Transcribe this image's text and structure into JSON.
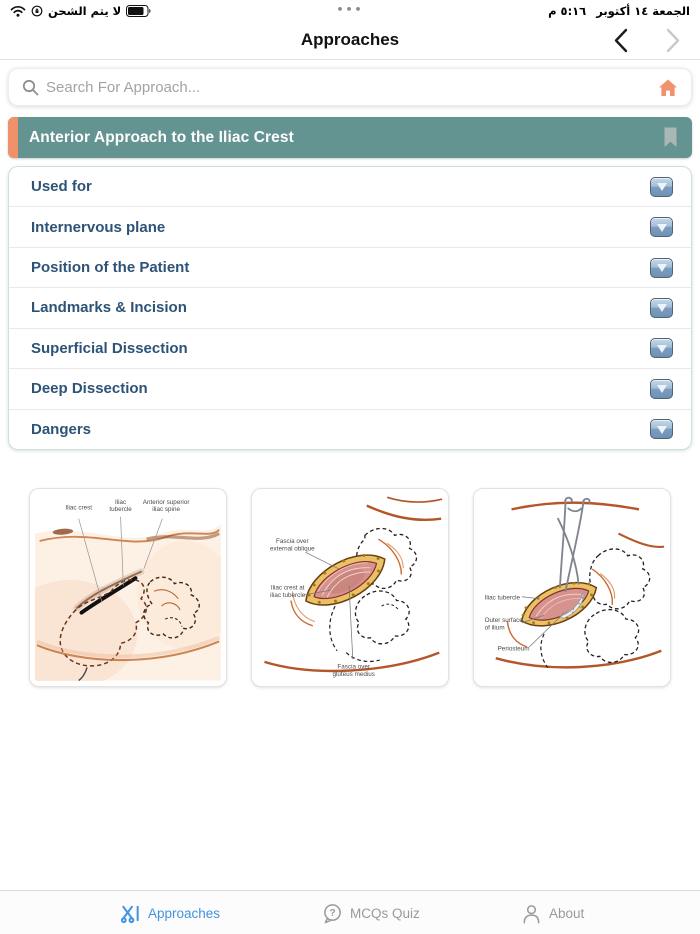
{
  "status_bar": {
    "battery_text": "لا يتم الشحن",
    "center_dots": "•••",
    "time": "٥:١٦ م",
    "date": "الجمعة ١٤ أكتوبر"
  },
  "nav": {
    "title": "Approaches"
  },
  "search": {
    "placeholder": "Search For Approach..."
  },
  "approach": {
    "title": "Anterior Approach to the Iliac Crest"
  },
  "sections": [
    {
      "label": "Used for"
    },
    {
      "label": "Internervous plane"
    },
    {
      "label": "Position of the Patient"
    },
    {
      "label": "Landmarks & Incision"
    },
    {
      "label": "Superficial Dissection"
    },
    {
      "label": "Deep Dissection"
    },
    {
      "label": "Dangers"
    }
  ],
  "figures": [
    {
      "name": "landmarks-and-incision-illustration",
      "labels": [
        {
          "lines": [
            "Iliac crest"
          ]
        },
        {
          "lines": [
            "Iliac",
            "tubercle"
          ]
        },
        {
          "lines": [
            "Anterior superior",
            "iliac spine"
          ]
        }
      ]
    },
    {
      "name": "superficial-dissection-illustration",
      "labels": [
        {
          "lines": [
            "Fascia over",
            "external oblique"
          ]
        },
        {
          "lines": [
            "Iliac crest at",
            "iliac tubercle"
          ]
        },
        {
          "lines": [
            "Fascia over",
            "gluteus medius"
          ]
        }
      ]
    },
    {
      "name": "deep-dissection-illustration",
      "labels": [
        {
          "lines": [
            "Iliac tubercle"
          ]
        },
        {
          "lines": [
            "Outer surface",
            "of ilium"
          ]
        },
        {
          "lines": [
            "Periosteum"
          ]
        }
      ]
    }
  ],
  "tab_bar": {
    "items": [
      {
        "label": "Approaches",
        "active": true
      },
      {
        "label": "MCQs Quiz",
        "active": false
      },
      {
        "label": "About",
        "active": false
      }
    ]
  },
  "colors": {
    "teal": "#639492",
    "salmon": "#f0916c",
    "navy": "#2d5377",
    "active_tab_blue": "#4293df"
  }
}
